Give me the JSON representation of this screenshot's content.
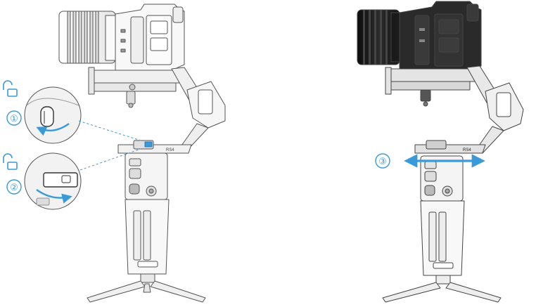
{
  "steps": [
    {
      "number": "①",
      "action": "unlock-knob-rotate"
    },
    {
      "number": "②",
      "action": "unlock-lever-slide"
    },
    {
      "number": "③",
      "action": "slide-quick-release-plate"
    }
  ],
  "gimbal_model_mark": "RS4",
  "colors": {
    "accent": "#3a9ad9",
    "outline": "#555555",
    "body_light": "#f2f2f2",
    "camera_dark": "#222222"
  },
  "icons": [
    "unlock-icon",
    "unlock-icon",
    "double-arrow-icon",
    "curved-arrow-icon"
  ]
}
